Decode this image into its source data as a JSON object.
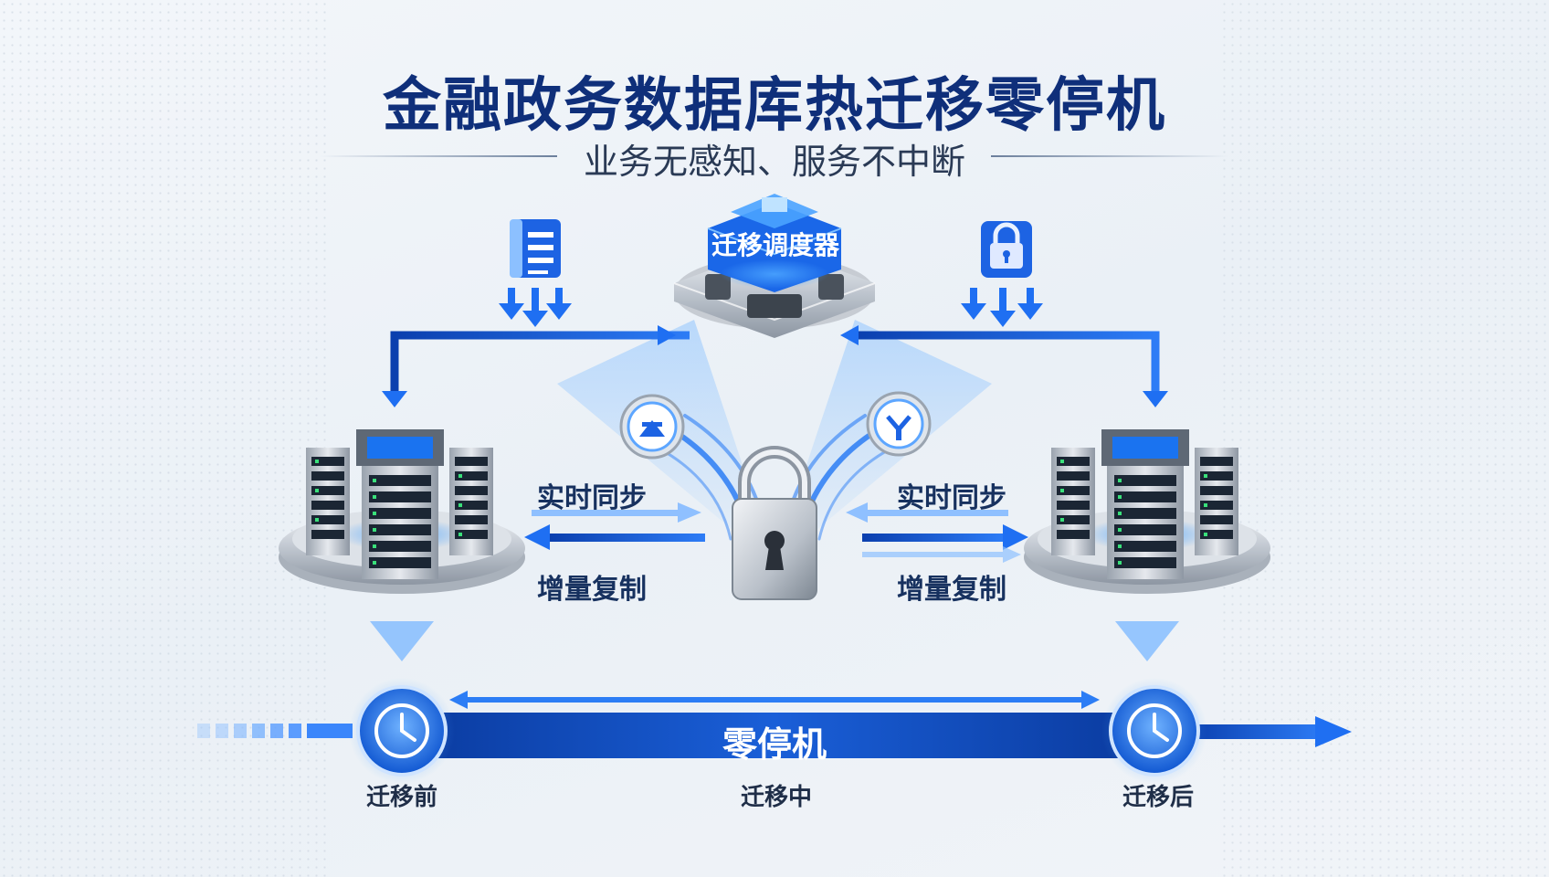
{
  "title": "金融政务数据库热迁移零停机",
  "subtitle": "业务无感知、服务不中断",
  "scheduler": {
    "label": "迁移调度器"
  },
  "left_side": {
    "sync_label": "实时同步",
    "replicate_label": "增量复制"
  },
  "right_side": {
    "sync_label": "实时同步",
    "replicate_label": "增量复制"
  },
  "timeline": {
    "center_label": "零停机",
    "stages": [
      "迁移前",
      "迁移中",
      "迁移后"
    ]
  },
  "colors": {
    "brand_dark": "#0f2f7a",
    "accent_blue": "#1f6ff2",
    "light_blue": "#7fb6ff"
  },
  "icons": [
    "document-icon",
    "padlock-small-icon",
    "clock-icon",
    "padlock-large-icon",
    "server-cluster-icon",
    "gauge-icon"
  ]
}
